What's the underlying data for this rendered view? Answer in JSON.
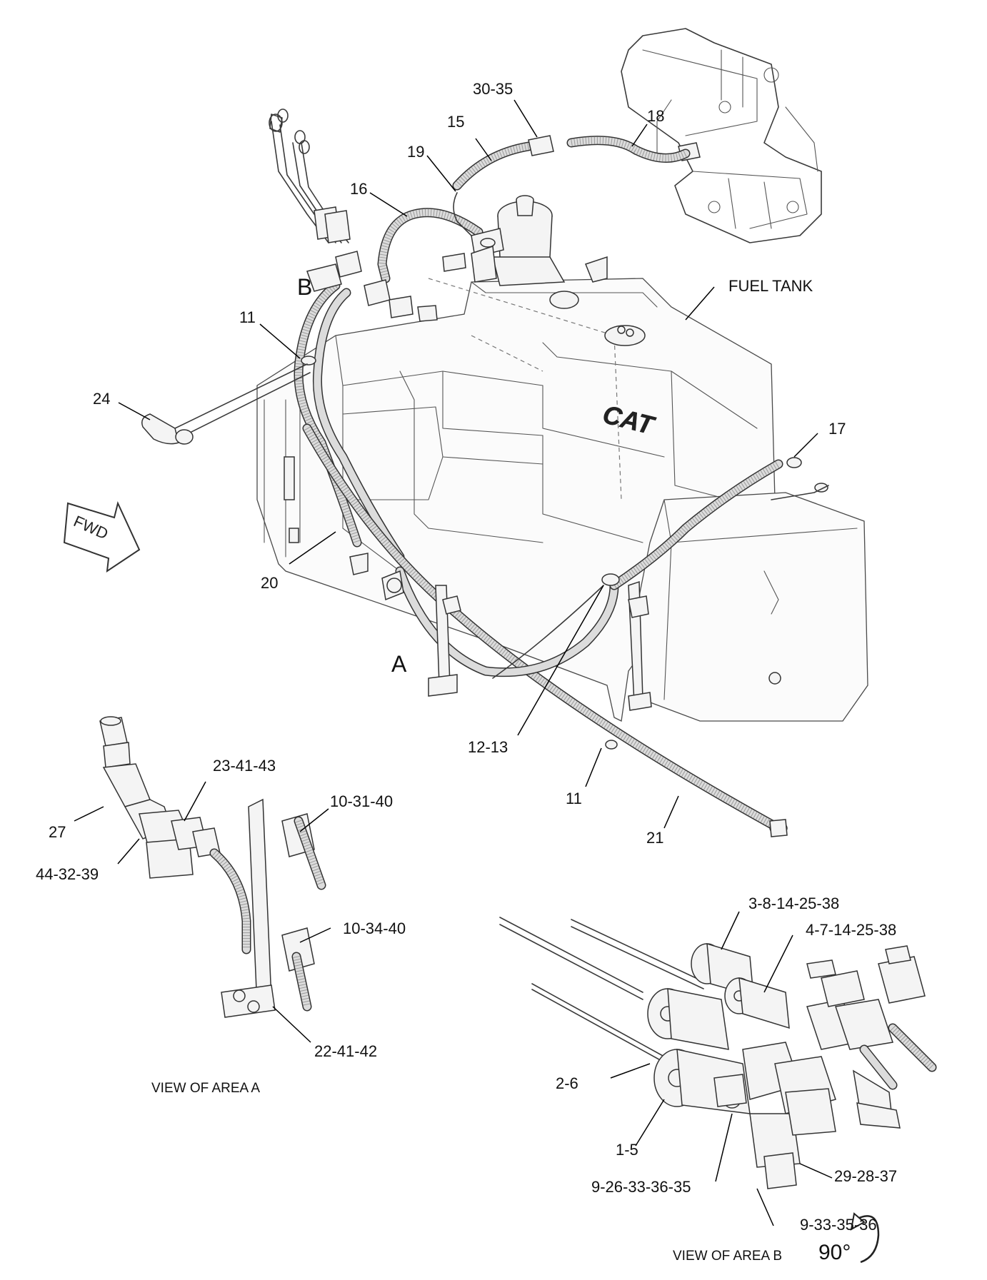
{
  "callouts": {
    "c_30_35": "30-35",
    "c_15": "15",
    "c_18": "18",
    "c_19": "19",
    "c_16": "16",
    "c_b": "B",
    "c_fuel_tank": "FUEL TANK",
    "c_11_top": "11",
    "c_24": "24",
    "c_17": "17",
    "c_20": "20",
    "c_a": "A",
    "c_12_13": "12-13",
    "c_11_bottom": "11",
    "c_21": "21",
    "c_23_41_43": "23-41-43",
    "c_27": "27",
    "c_10_31_40": "10-31-40",
    "c_44_32_39": "44-32-39",
    "c_10_34_40": "10-34-40",
    "c_22_41_42": "22-41-42",
    "c_3_8_14_25_38": "3-8-14-25-38",
    "c_4_7_14_25_38": "4-7-14-25-38",
    "c_2_6": "2-6",
    "c_1_5": "1-5",
    "c_29_28_37": "29-28-37",
    "c_9_26_33_36_35": "9-26-33-36-35",
    "c_9_33_35_36": "9-33-35-36"
  },
  "captions": {
    "view_a": "VIEW OF AREA A",
    "view_b": "VIEW OF AREA B",
    "rotation": "90°"
  },
  "marks": {
    "fwd": "FWD",
    "cat_logo": "CAT"
  }
}
